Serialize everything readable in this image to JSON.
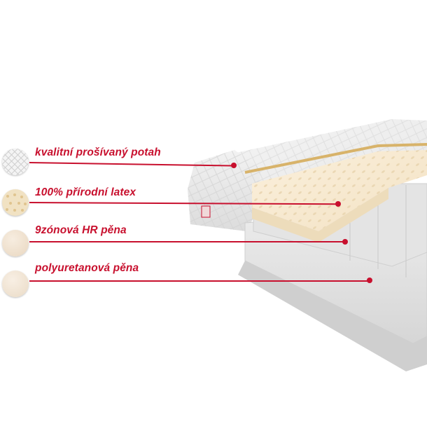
{
  "accent_color": "#c8102e",
  "layers": [
    {
      "label": "kvalitní prošívaný potah",
      "swatch": "quilted-cover-swatch"
    },
    {
      "label": "100% přírodní latex",
      "swatch": "latex-swatch"
    },
    {
      "label": "9zónová HR pěna",
      "swatch": "hr-foam-swatch"
    },
    {
      "label": "polyuretanová pěna",
      "swatch": "pu-foam-swatch"
    }
  ]
}
